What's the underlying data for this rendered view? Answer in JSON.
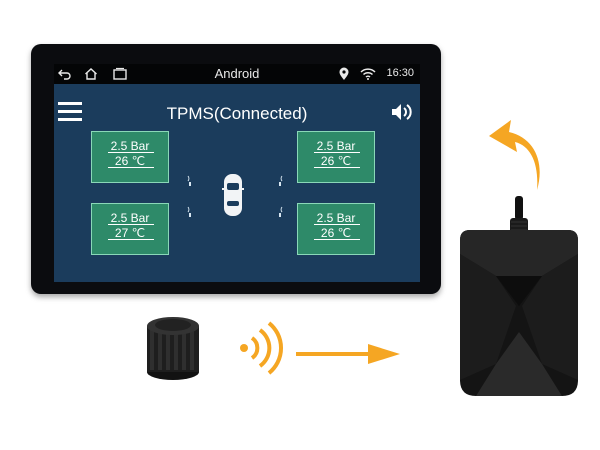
{
  "statusbar": {
    "title": "Android",
    "time": "16:30",
    "icons": [
      "back-icon",
      "home-icon",
      "recent-apps-icon",
      "location-icon",
      "wifi-icon"
    ]
  },
  "app": {
    "title": "TPMS(Connected)",
    "menu_icon": "hamburger-menu-icon",
    "sound_icon": "speaker-icon"
  },
  "tires": {
    "front_left": {
      "pressure": "2.5  Bar",
      "temperature": "26 ℃"
    },
    "front_right": {
      "pressure": "2.5  Bar",
      "temperature": "26 ℃"
    },
    "rear_left": {
      "pressure": "2.5  Bar",
      "temperature": "27 ℃"
    },
    "rear_right": {
      "pressure": "2.5  Bar",
      "temperature": "26 ℃"
    }
  },
  "colors": {
    "screen_bg": "#1b3c5c",
    "tire_card_bg": "#2e8a69",
    "tire_card_border": "#8ad8b8",
    "accent_orange": "#f5a623",
    "device_black": "#0b0c0f"
  }
}
